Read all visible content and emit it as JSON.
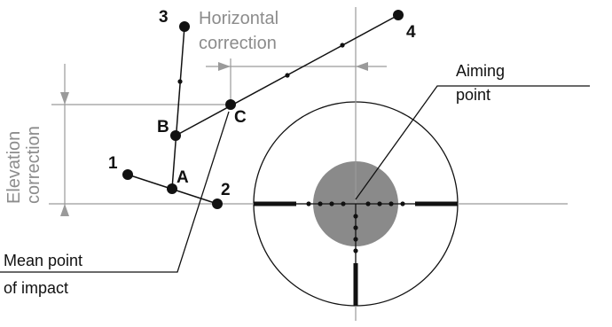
{
  "labels": {
    "horizontal_correction_line1": "Horizontal",
    "horizontal_correction_line2": "correction",
    "elevation_correction_line1": "Elevation",
    "elevation_correction_line2": "correction",
    "aiming_point_line1": "Aiming",
    "aiming_point_line2": "point",
    "mean_point_line1": "Mean point",
    "mean_point_line2": "of impact"
  },
  "points": {
    "shot_1": "1",
    "shot_2": "2",
    "shot_3": "3",
    "shot_4": "4",
    "point_a": "A",
    "point_b": "B",
    "point_c": "C"
  },
  "colors": {
    "ink": "#111111",
    "guide": "#9a9a9a",
    "target_disc": "#8a8a8a"
  }
}
